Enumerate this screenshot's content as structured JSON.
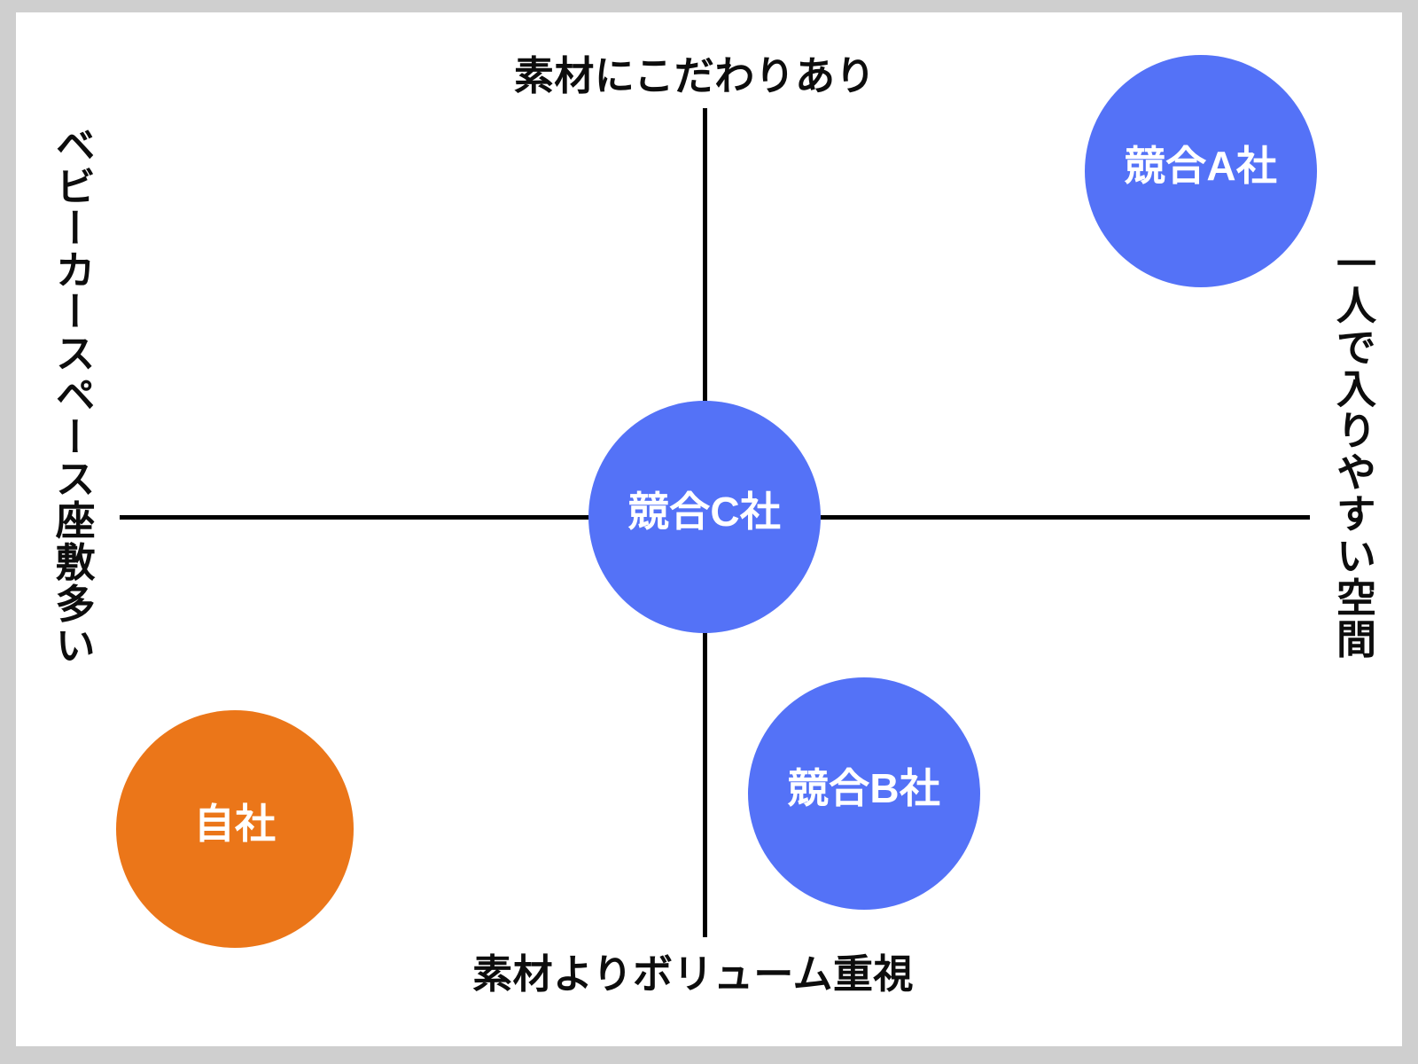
{
  "chart_data": {
    "type": "scatter",
    "title": "",
    "subtitle": "",
    "xlabel": "",
    "ylabel": "",
    "xlim": [
      -1,
      1
    ],
    "ylim": [
      -1,
      1
    ],
    "grid": false,
    "legend_position": "none",
    "axes": {
      "vertical": {
        "positive_end_label": "素材にこだわりあり",
        "negative_end_label": "素材よりボリューム重視"
      },
      "horizontal": {
        "negative_end_label": "ベビーカースペース座敷多い",
        "positive_end_label": "一人で入りやすい空間"
      }
    },
    "annotations": [
      "素材にこだわりあり",
      "素材よりボリューム重視",
      "ベビーカースペース座敷多い",
      "一人で入りやすい空間"
    ],
    "categories": [
      "競合A社",
      "競合C社",
      "競合B社",
      "自社"
    ],
    "points": [
      {
        "label": "競合A社",
        "x": 0.84,
        "y": 0.84,
        "color": "#5472f7",
        "radius_px": 131
      },
      {
        "label": "競合C社",
        "x": 0.0,
        "y": 0.0,
        "color": "#5472f7",
        "radius_px": 131
      },
      {
        "label": "競合B社",
        "x": 0.27,
        "y": -0.67,
        "color": "#5472f7",
        "radius_px": 131
      },
      {
        "label": "自社",
        "x": -0.79,
        "y": -0.75,
        "color": "#eb7619",
        "radius_px": 134
      }
    ],
    "series": [
      {
        "name": "競合",
        "color": "#5472f7",
        "values": [
          0.84,
          0.0,
          -0.67
        ]
      },
      {
        "name": "自社",
        "color": "#eb7619",
        "values": [
          -0.75
        ]
      }
    ]
  },
  "bubbles": [
    {
      "label": "競合A社"
    },
    {
      "label": "競合C社"
    },
    {
      "label": "競合B社"
    },
    {
      "label": "自社"
    }
  ],
  "labels": {
    "top": "素材にこだわりあり",
    "bottom": "素材よりボリューム重視",
    "left": "ベビーカースペース座敷多い",
    "right": "一人で入りやすい空間"
  },
  "colors": {
    "competitor": "#5472f7",
    "own_company": "#eb7619",
    "axis": "#000000",
    "canvas": "#ffffff",
    "frame": "#cfcfcf",
    "text": "#0d0d0d",
    "bubble_text": "#ffffff"
  }
}
